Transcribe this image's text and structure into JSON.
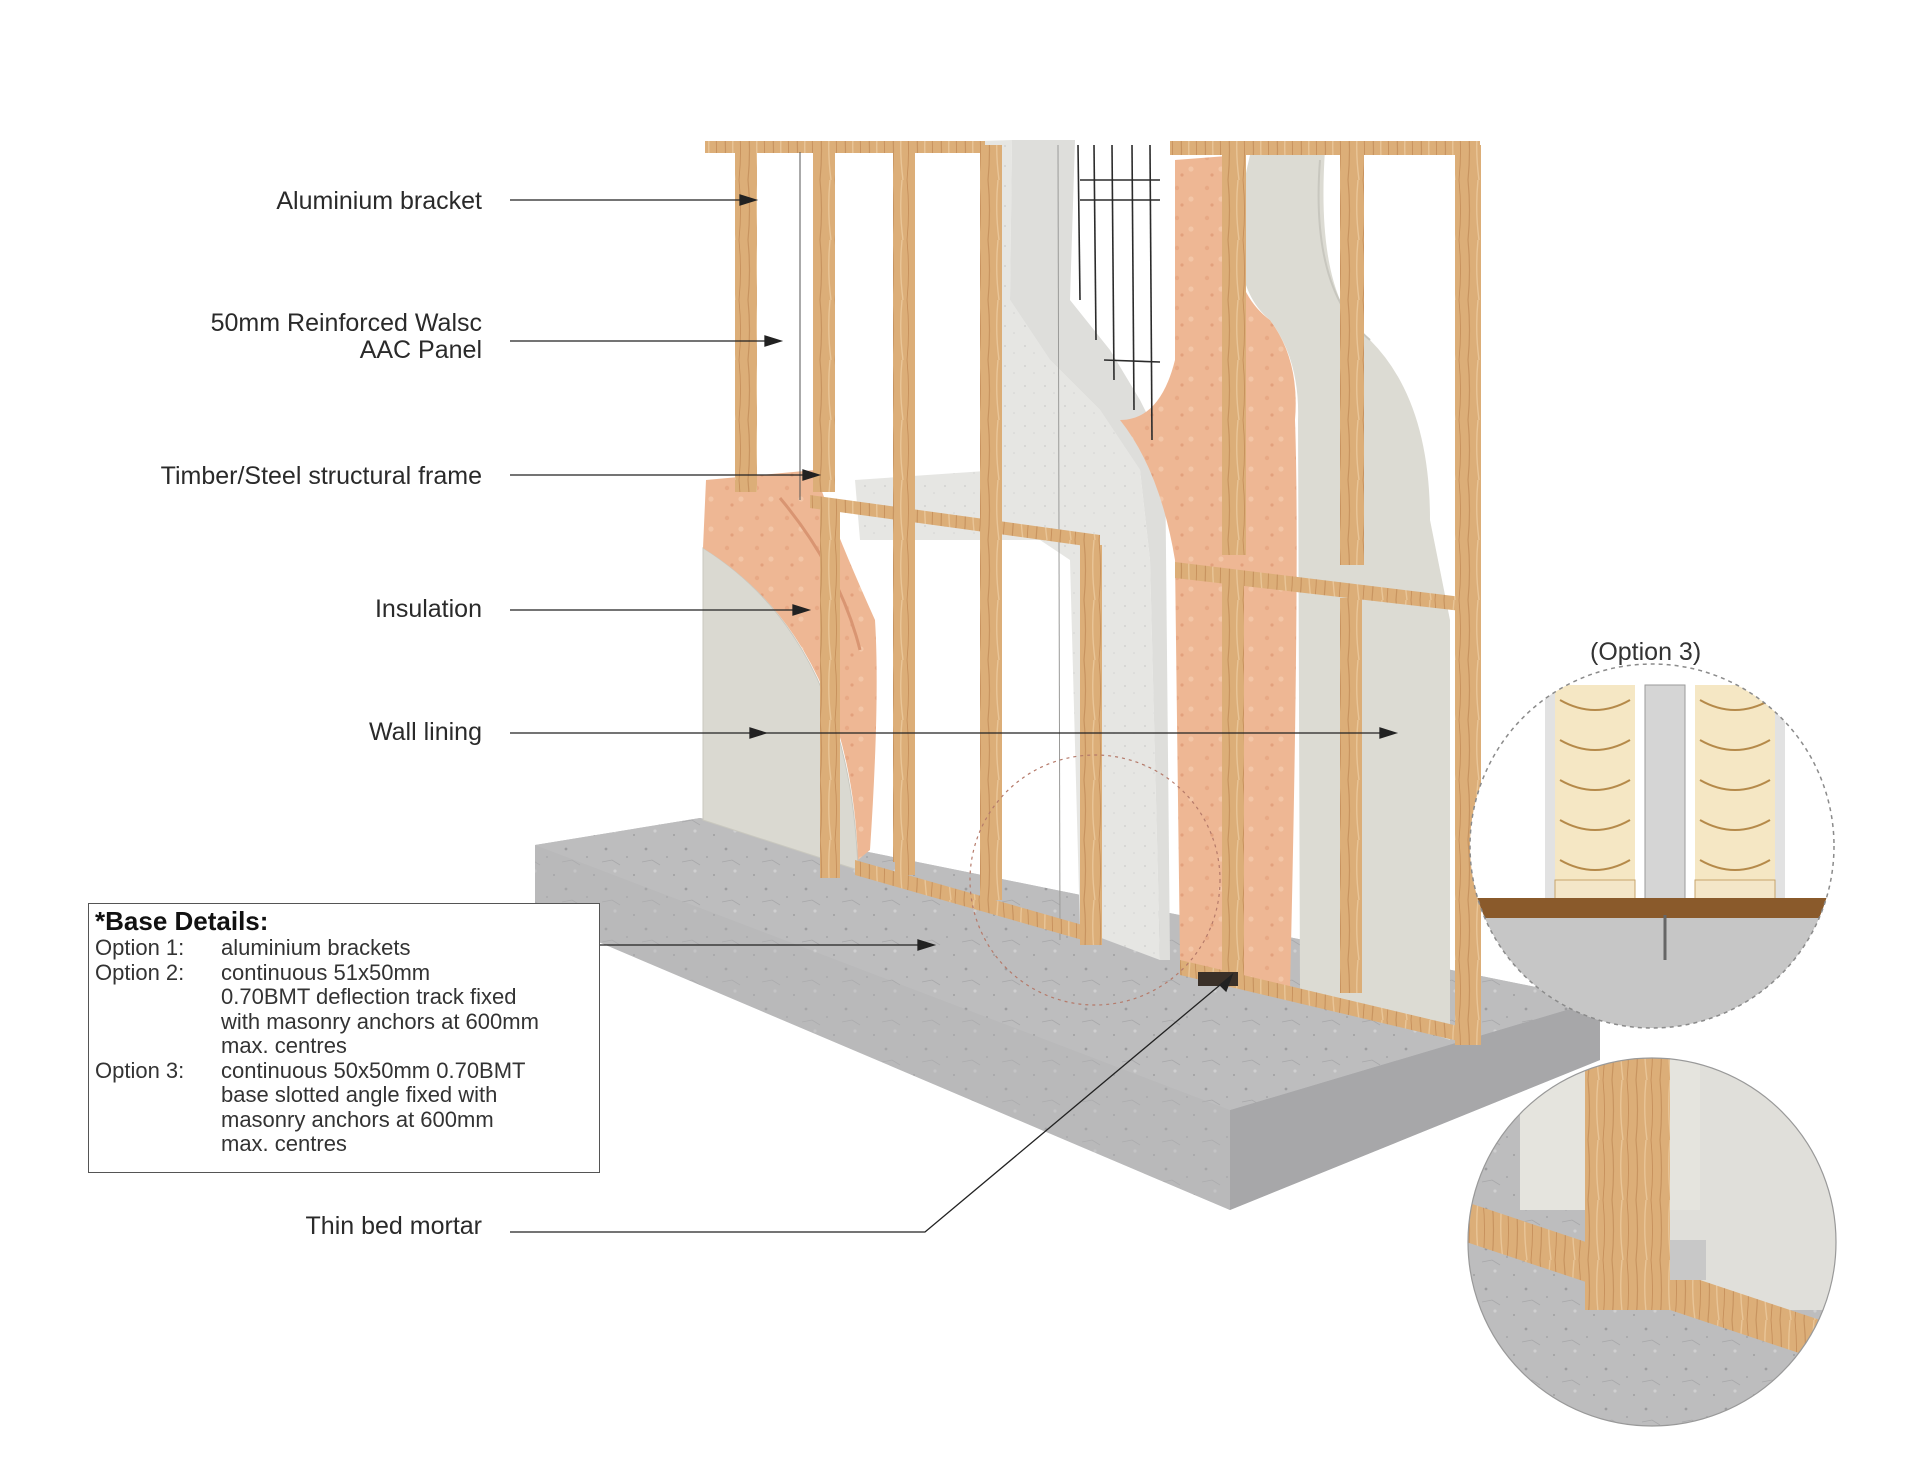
{
  "labels": {
    "aluminium_bracket": "Aluminium bracket",
    "panel_line1": "50mm Reinforced Walsc",
    "panel_line2": "AAC Panel",
    "frame": "Timber/Steel structural frame",
    "insulation": "Insulation",
    "wall_lining": "Wall lining",
    "thin_bed_mortar": "Thin bed mortar"
  },
  "base_details": {
    "title": "*Base Details:",
    "options": [
      {
        "key": "Option 1:",
        "lines": [
          "aluminium brackets"
        ]
      },
      {
        "key": "Option 2:",
        "lines": [
          "continuous 51x50mm",
          "0.70BMT deflection track fixed",
          "with masonry anchors at 600mm",
          "max. centres"
        ]
      },
      {
        "key": "Option 3:",
        "lines": [
          "continuous 50x50mm 0.70BMT",
          "base slotted angle fixed with",
          "masonry anchors at 600mm",
          "max. centres"
        ]
      }
    ]
  },
  "detail_option3_label": "(Option 3)",
  "colors": {
    "timber": "#dcae78",
    "insulation": "#eeb794",
    "panel": "#e4e4e0",
    "lining": "#d9d8d0",
    "concrete": "#b9b9ba"
  }
}
